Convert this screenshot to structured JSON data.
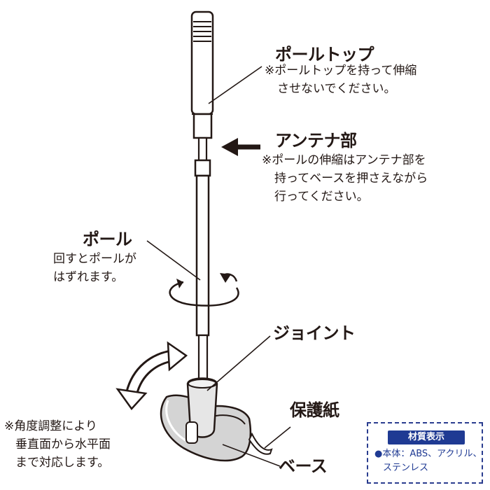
{
  "labels": {
    "pole_top": {
      "title": "ポールトップ",
      "note": [
        "※ポールトップを持って伸縮",
        "させないでください。"
      ]
    },
    "antenna": {
      "title": "アンテナ部",
      "note": [
        "※ポールの伸縮はアンテナ部を",
        "持ってベースを押さえながら",
        "行ってください。"
      ]
    },
    "pole": {
      "title": "ポール",
      "note": [
        "回すとポールが",
        "はずれます。"
      ]
    },
    "joint": {
      "title": "ジョイント"
    },
    "protective_paper": {
      "title": "保護紙"
    },
    "base": {
      "title": "ベース"
    },
    "angle": {
      "note": [
        "※角度調整により",
        "垂直面から水平面",
        "まで対応します。"
      ]
    }
  },
  "material": {
    "title": "材質表示",
    "lines": [
      "●本体：ABS、アクリル、",
      "ステンレス"
    ]
  },
  "colors": {
    "ink": "#231815",
    "material_accent": "#1f3a93",
    "base_fill": "#d4d4d4",
    "joint_fill": "#e6e6e6"
  }
}
